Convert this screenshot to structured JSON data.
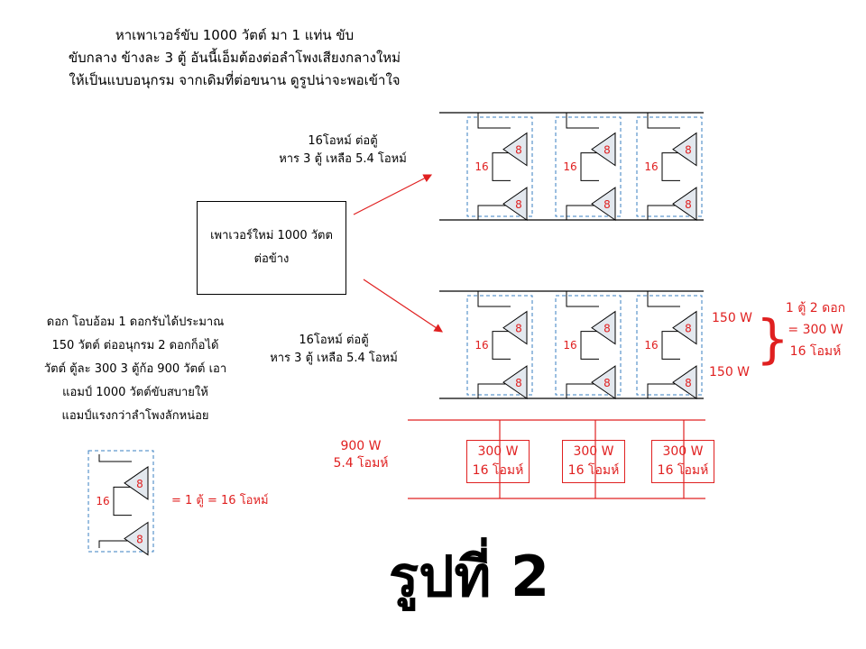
{
  "header": {
    "line1": "หาเพาเวอร์ขับ 1000 วัตต์ มา 1 แท่น ขับ",
    "line2": "ขับกลาง ข้างละ 3 ตู้  อันนี้เอ็มต้องต่อลำโพงเสียงกลางใหม่",
    "line3": "ให้เป็นแบบอนุกรม จากเดิมที่ต่อขนาน ดูรูปน่าจะพอเข้าใจ"
  },
  "top_note": {
    "line1": "16โอหม์ ต่อตู้",
    "line2": "หาร 3 ตู้  เหลือ 5.4 โอหม์"
  },
  "mid_note": {
    "line1": "16โอหม์ ต่อตู้",
    "line2": "หาร 3 ตู้  เหลือ 5.4 โอหม์"
  },
  "amp": {
    "line1": "เพาเวอร์ใหม่  1000  วัตต",
    "line2": "ต่อข้าง"
  },
  "left_note": {
    "line1": "ดอก โอบอ้อม 1 ดอกรับได้ประมาณ",
    "line2": "150 วัตต์ ต่ออนุกรม 2 ดอกก็อได้",
    "line3": "วัตต์ ตู้ละ 300 3 ตู้ก้อ 900 วัตต์ เอา",
    "line4": "แอมป์  1000 วัตต์ขับสบายให้",
    "line5": "แอมป์แรงกว่าลำโพงลักหน่อย"
  },
  "cabinet": {
    "speaker_label": "8",
    "series_label": "16"
  },
  "watt_labels": {
    "upper": "150 W",
    "lower": "150 W"
  },
  "brace_note": {
    "line1": "1 ตู้ 2 ดอก",
    "line2": "= 300 W",
    "line3": "16 โอมห์"
  },
  "brace_symbol": "}",
  "total": {
    "watts": "900 W",
    "ohms": "5.4 โอมห์"
  },
  "load_boxes": [
    {
      "watts": "300 W",
      "ohms": "16 โอมห์"
    },
    {
      "watts": "300 W",
      "ohms": "16 โอมห์"
    },
    {
      "watts": "300 W",
      "ohms": "16 โอมห์"
    }
  ],
  "legend": {
    "series_label": "16",
    "speaker_label": "8",
    "equation": "= 1 ตู้ = 16 โอหม์"
  },
  "figure_caption": "รูปที่ 2",
  "colors": {
    "accent": "#e02020",
    "dashed": "#3a7fc1",
    "speaker_fill": "#e3e8ee",
    "line": "#000000"
  }
}
